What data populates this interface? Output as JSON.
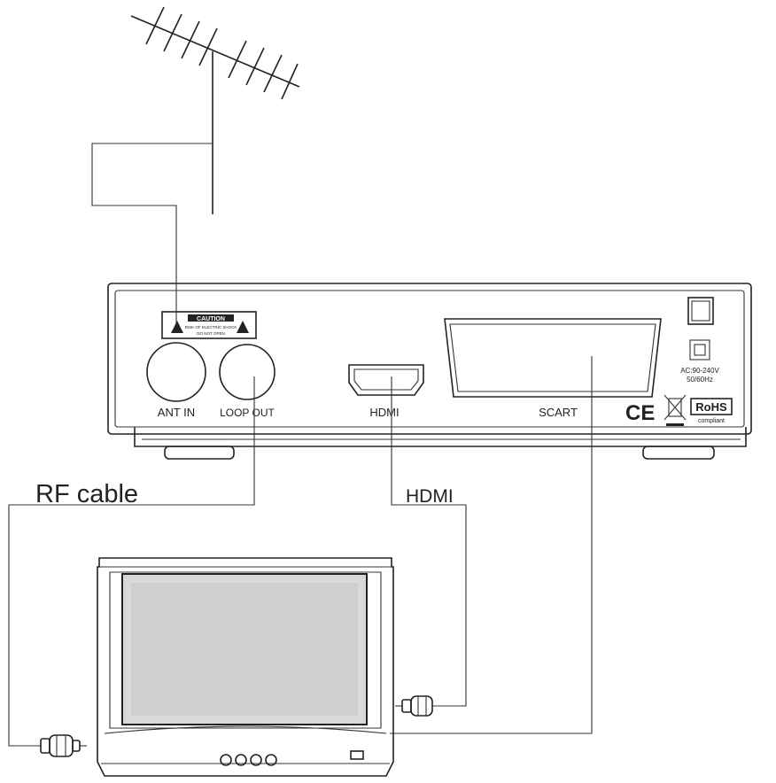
{
  "ports": {
    "ant_in": "ANT IN",
    "loop_out": "LOOP OUT",
    "hdmi": "HDMI",
    "scart": "SCART"
  },
  "caution": {
    "title": "CAUTION",
    "line1": "RISK OF ELECTRIC SHOCK",
    "line2": "DO NOT OPEN"
  },
  "power": {
    "line1": "AC:90-240V",
    "line2": "50/60Hz"
  },
  "certifications": {
    "ce": "CE",
    "rohs": "RoHS",
    "rohs_sub": "compliant"
  },
  "cables": {
    "rf": "RF cable",
    "hdmi": "HDMI"
  }
}
